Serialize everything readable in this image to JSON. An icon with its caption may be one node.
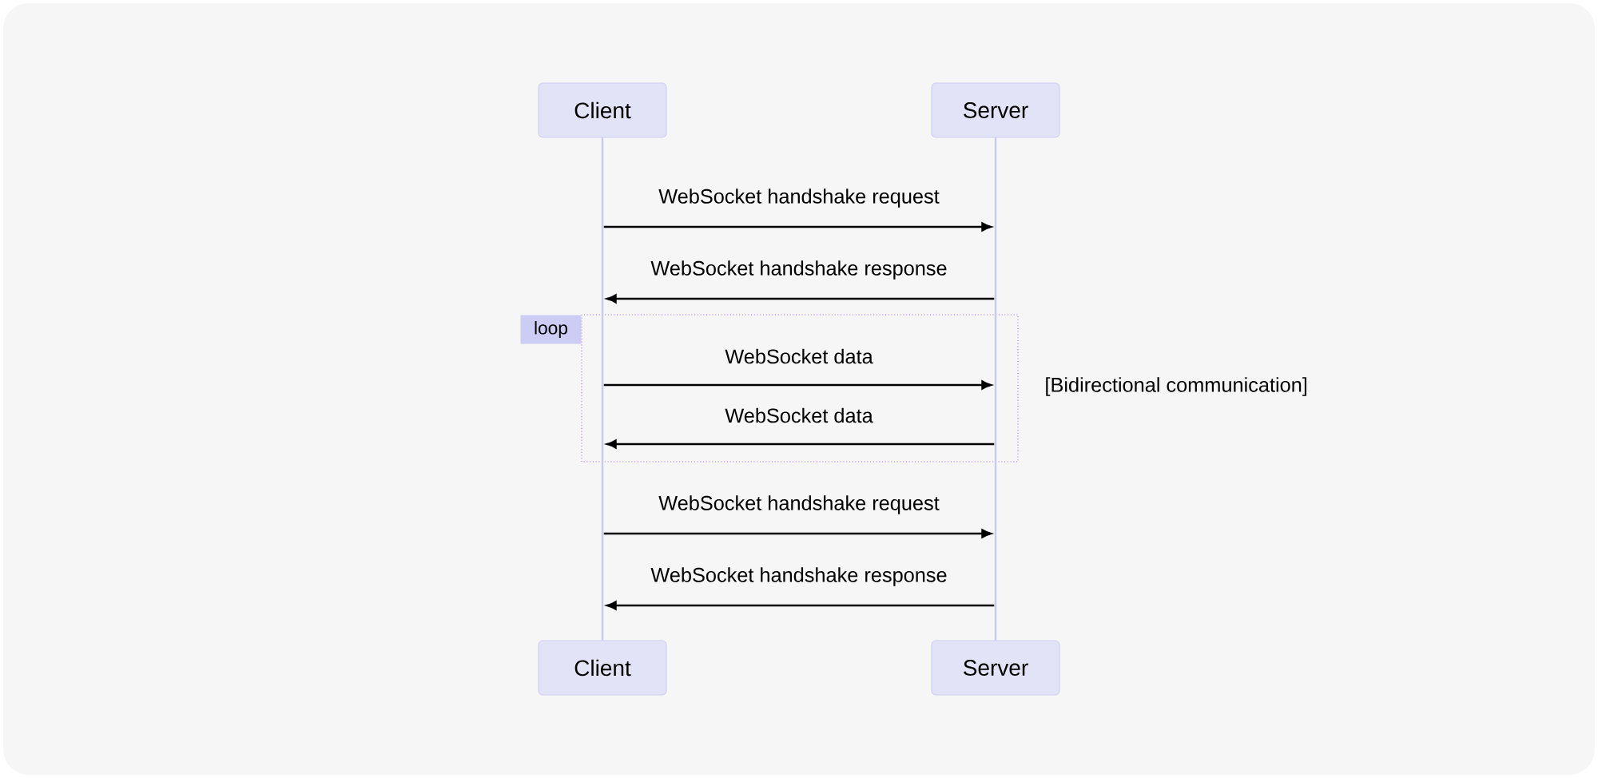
{
  "diagram": {
    "nodes": [
      {
        "text": [
          "Client"
        ]
      },
      {
        "text": [
          "Server"
        ]
      },
      {
        "text": [],
        "shape": "bar"
      },
      {
        "text": [],
        "shape": "bar"
      },
      {
        "text": [
          "Client"
        ]
      },
      {
        "text": [
          "Server"
        ]
      }
    ],
    "edges": [
      {
        "from": 2,
        "to": 3,
        "arrow": "to",
        "label": "WebSocket handshake request"
      },
      {
        "from": 3,
        "to": 2,
        "arrow": "to",
        "label": "WebSocket handshake response"
      },
      {
        "from": 2,
        "to": 3,
        "arrow": "to",
        "label": "WebSocket data"
      },
      {
        "from": 3,
        "to": 2,
        "arrow": "to",
        "label": "WebSocket data"
      },
      {
        "from": 2,
        "to": 3,
        "arrow": "to",
        "label": "WebSocket handshake request"
      },
      {
        "from": 3,
        "to": 2,
        "arrow": "to",
        "label": "WebSocket handshake response"
      }
    ],
    "labels": [
      "loop",
      "[Bidirectional communication]"
    ]
  }
}
